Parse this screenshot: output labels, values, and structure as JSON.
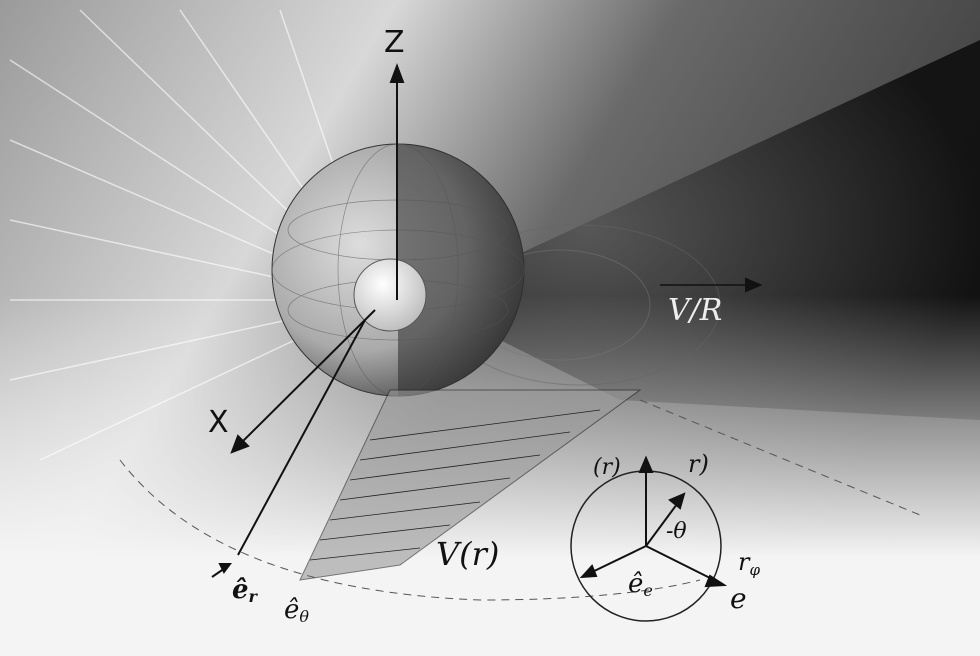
{
  "labels": {
    "z_axis": "Z",
    "x_axis": "X",
    "velocity_ratio": "V/R",
    "velocity_profile": "V(r)",
    "e_r": "ê",
    "e_r_sub": "r",
    "e_theta": "ê",
    "e_theta_sub": "θ",
    "inset_r_left": "(r)",
    "inset_r_right": "r)",
    "inset_theta": "-θ",
    "inset_r_phi": "r",
    "inset_r_phi_sub": "φ",
    "inset_e_e": "ê",
    "inset_e_e_sub": "e",
    "inset_e": "e"
  },
  "colors": {
    "ink": "#111111",
    "dark_wake": "#1a1a1a",
    "paper": "#f4f4f4"
  }
}
